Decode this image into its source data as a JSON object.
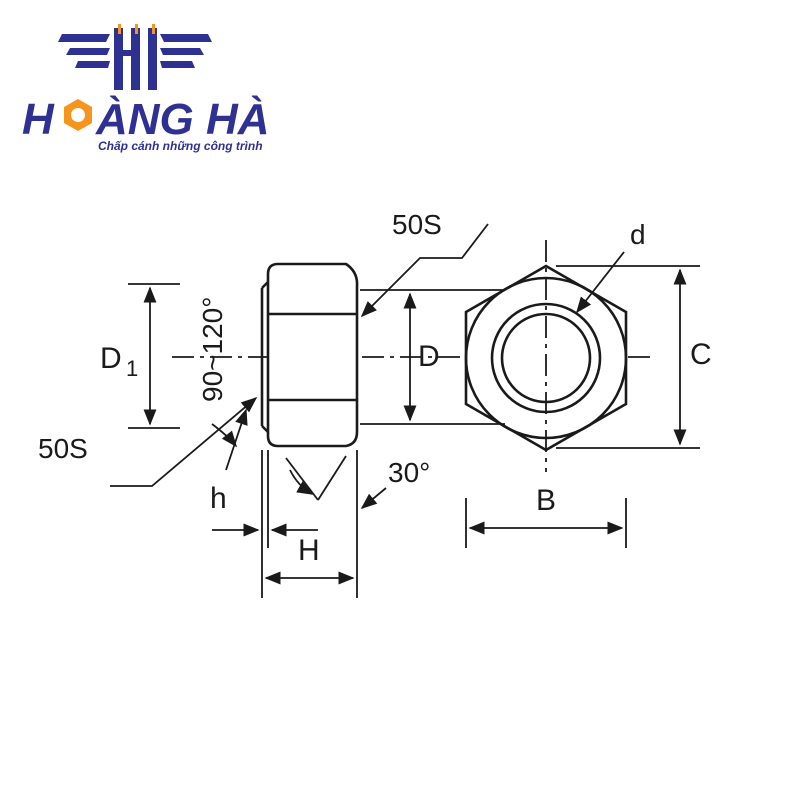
{
  "brand": {
    "name_part1": "H",
    "name_part2": "ÀNG HÀ",
    "tagline": "Chấp cánh những công trình",
    "colors": {
      "primary": "#2e3192",
      "accent": "#f7941d"
    }
  },
  "labels": {
    "d1_main": "D",
    "d1_sub": "1",
    "angle_range": "90~120°",
    "chamfer_top": "50S",
    "chamfer_left": "50S",
    "diam_d": "D",
    "bore_d": "d",
    "across_corners": "C",
    "across_flats": "B",
    "height_h_small": "h",
    "height_H": "H",
    "angle_30": "30°"
  },
  "colors": {
    "line": "#1a1a1a",
    "nut_face": "#ffffff"
  }
}
